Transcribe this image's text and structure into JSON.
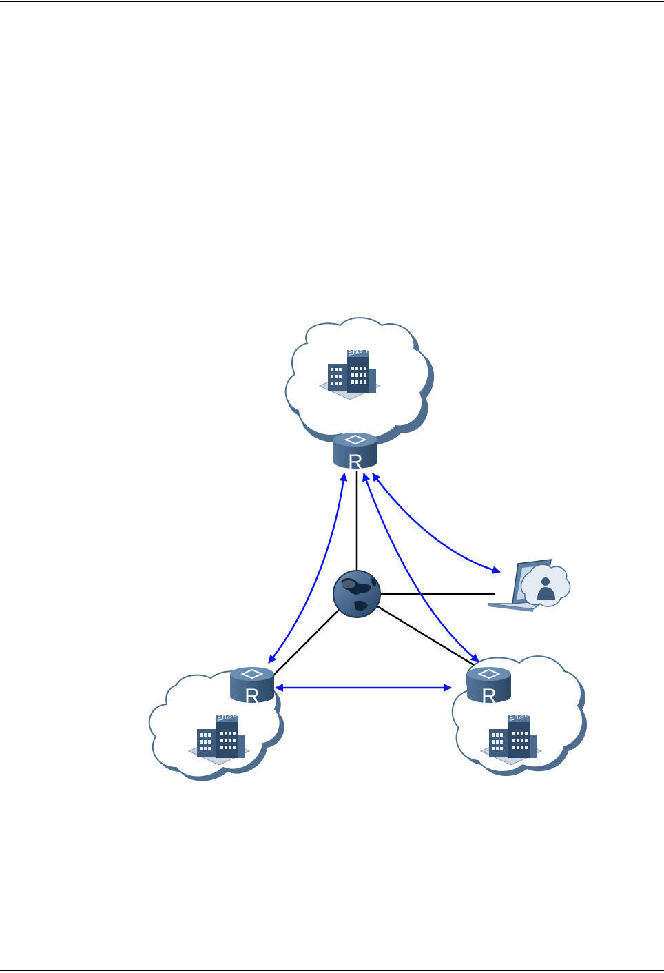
{
  "colors": {
    "cloud_fill": "#ffffff",
    "cloud_border": "#4f6e8f",
    "router_body": "#3d5a7a",
    "router_top": "#5c7da0",
    "link_black": "#000000",
    "link_blue": "#0a13ff",
    "globe_ocean": "#2f557d",
    "building": "#3f5c7e"
  },
  "labels": {
    "enterprise": "Enterprise",
    "router_letter": "R"
  },
  "diagram": {
    "sites": [
      {
        "id": "top",
        "router": "R",
        "building": "Enterprise"
      },
      {
        "id": "left",
        "router": "R",
        "building": "Enterprise"
      },
      {
        "id": "right",
        "router": "R",
        "building": "Enterprise"
      }
    ],
    "center": "globe-icon",
    "remote_user": "laptop-user-icon",
    "physical_links": [
      "globe-top",
      "globe-left",
      "globe-right",
      "globe-laptop"
    ],
    "tunnels": [
      "top-left",
      "top-right",
      "left-right",
      "top-laptop"
    ]
  }
}
